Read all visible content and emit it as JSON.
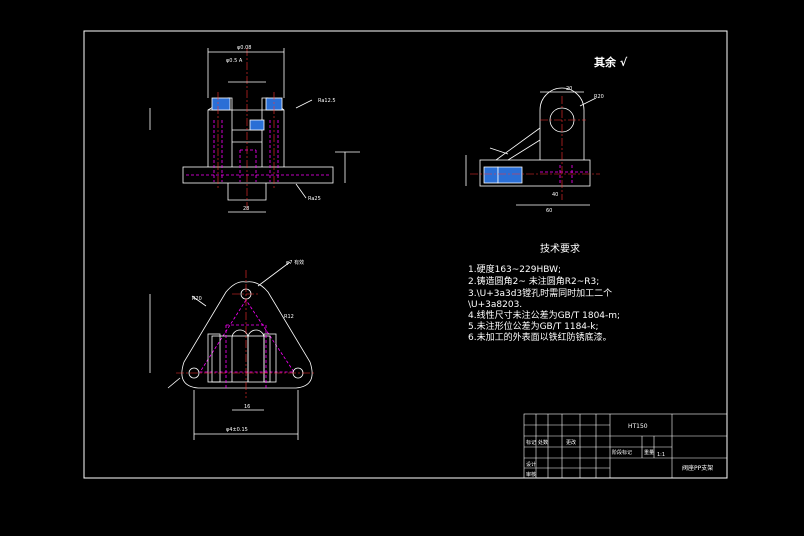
{
  "roughness_note": "其余 √",
  "tech_requirements": {
    "title": "技术要求",
    "lines": [
      "1.硬度163~229HBW;",
      "2.铸造圆角2~ 未注圆角R2~R3;",
      "3.\\U+3a3d3镗孔时需同时加工二个",
      "\\U+3a8203.",
      "4.线性尺寸未注公差为GB/T 1804-m;",
      "5.未注形位公差为GB/T 1184-k;",
      "6.未加工的外表面以铁红防锈底漆。"
    ]
  },
  "title_block": {
    "material": "HT150",
    "scale": "1:1",
    "part_name": "阀座PP支架"
  },
  "colors": {
    "background": "#000000",
    "line": "#ffffff",
    "hidden": "#ff00ff",
    "center": "#ff3030",
    "section": "#00b0ff"
  }
}
